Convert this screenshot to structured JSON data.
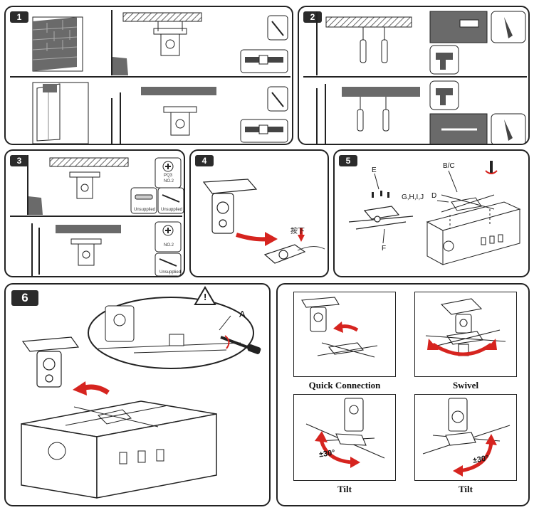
{
  "steps": {
    "s1": "1",
    "s2": "2",
    "s3": "3",
    "s4": "4",
    "s5": "5",
    "s6": "6"
  },
  "panel3": {
    "screw_type": "PQ3",
    "screw_label1": "NO.2",
    "screw_label2": "NO.2",
    "unsupplied1": "Unsupplied",
    "unsupplied2": "Unsupplied",
    "unsupplied3": "Unsupplied"
  },
  "panel4": {
    "press_label": "按下"
  },
  "panel5": {
    "label_e": "E",
    "label_ghij": "G,H,I,J",
    "label_f": "F",
    "label_bc": "B/C",
    "label_d": "D"
  },
  "panel6": {
    "label_a": "A",
    "warning": "!"
  },
  "features": {
    "quick_connection": "Quick Connection",
    "swivel": "Swivel",
    "tilt1": "Tilt",
    "tilt2": "Tilt",
    "angle1": "±30°",
    "angle2": "±30°"
  },
  "colors": {
    "arrow_red": "#d6241f",
    "outline": "#222222",
    "brick": "#6a6a6a",
    "hatch": "#888888"
  }
}
